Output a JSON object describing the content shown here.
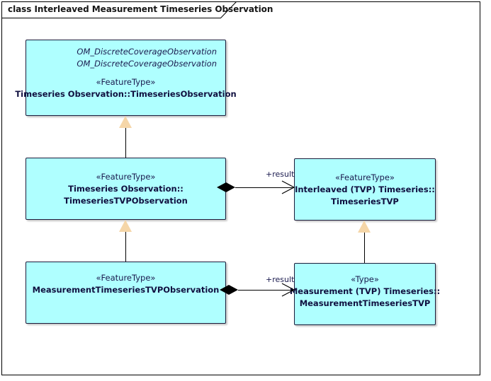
{
  "diagram": {
    "kind_label": "class",
    "title": "class Interleaved Measurement Timeseries Observation",
    "frame_border_color": "#000000",
    "background_color": "#FFFFFF"
  },
  "palette": {
    "class_fill": "#AFFFFF",
    "class_border": "#1B1B3A",
    "text": "#1A1A4E",
    "generalization_fill": "#F5D6A8",
    "composition_fill": "#000000"
  },
  "classes": [
    {
      "id": "timeseries-observation",
      "attributes": [
        "OM_DiscreteCoverageObservation",
        "OM_DiscreteCoverageObservation"
      ],
      "stereotype": "«FeatureType»",
      "name_lines": [
        "Timeseries Observation::TimeseriesObservation"
      ]
    },
    {
      "id": "timeseries-tvp-observation",
      "attributes": [],
      "stereotype": "«FeatureType»",
      "name_lines": [
        "Timeseries Observation::",
        "TimeseriesTVPObservation"
      ]
    },
    {
      "id": "interleaved-timeseries-tvp",
      "attributes": [],
      "stereotype": "«FeatureType»",
      "name_lines": [
        "Interleaved (TVP) Timeseries::",
        "TimeseriesTVP"
      ]
    },
    {
      "id": "measurement-timeseries-tvp-observation",
      "attributes": [],
      "stereotype": "«FeatureType»",
      "name_lines": [
        "MeasurementTimeseriesTVPObservation"
      ]
    },
    {
      "id": "measurement-timeseries-tvp",
      "attributes": [],
      "stereotype": "«Type»",
      "name_lines": [
        "Measurement (TVP) Timeseries::",
        "MeasurementTimeseriesTVP"
      ]
    }
  ],
  "connectors": [
    {
      "id": "gen-tvpobs-to-tsobs",
      "type": "generalization",
      "source": "timeseries-tvp-observation",
      "target": "timeseries-observation",
      "label": ""
    },
    {
      "id": "gen-mtvpobs-to-tvpobs",
      "type": "generalization",
      "source": "measurement-timeseries-tvp-observation",
      "target": "timeseries-tvp-observation",
      "label": ""
    },
    {
      "id": "gen-mtvp-to-tvp",
      "type": "generalization",
      "source": "measurement-timeseries-tvp",
      "target": "interleaved-timeseries-tvp",
      "label": ""
    },
    {
      "id": "comp-tvpobs-result-tvp",
      "type": "composition",
      "source": "timeseries-tvp-observation",
      "target": "interleaved-timeseries-tvp",
      "label": "+result"
    },
    {
      "id": "comp-mtvpobs-result-mtvp",
      "type": "composition",
      "source": "measurement-timeseries-tvp-observation",
      "target": "measurement-timeseries-tvp",
      "label": "+result"
    }
  ]
}
